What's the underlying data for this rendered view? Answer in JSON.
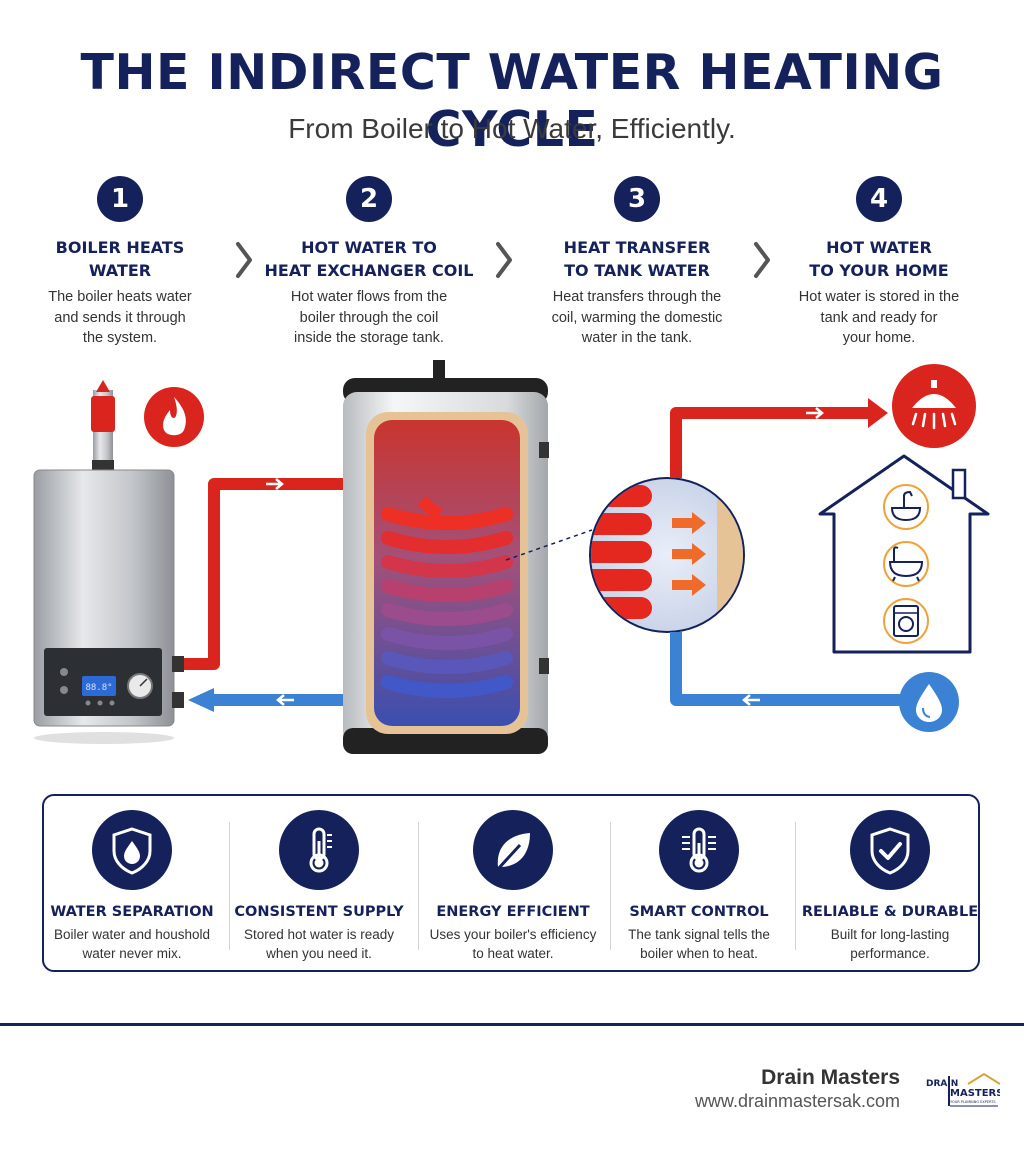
{
  "title": "THE INDIRECT WATER HEATING CYCLE",
  "subtitle": "From Boiler to Hot Water, Efficiently.",
  "steps": [
    {
      "number": "1",
      "title": "BOILER HEATS\nWATER",
      "description": "The boiler heats water\nand sends it through\nthe system."
    },
    {
      "number": "2",
      "title": "HOT WATER TO\nHEAT EXCHANGER COIL",
      "description": "Hot water flows from the\nboiler through the coil\ninside the storage tank."
    },
    {
      "number": "3",
      "title": "HEAT TRANSFER\nTO TANK WATER",
      "description": "Heat transfers through the\ncoil, warming the domestic\nwater in the tank."
    },
    {
      "number": "4",
      "title": "HOT WATER\nTO YOUR HOME",
      "description": "Hot water is stored in the\ntank and ready for\nyour home."
    }
  ],
  "diagram": {
    "boiler_display": "88.8°",
    "icons": [
      "flame-icon",
      "shower-icon",
      "sink-icon",
      "bathtub-icon",
      "washing-machine-icon",
      "water-drop-icon"
    ]
  },
  "benefits": [
    {
      "title": "WATER SEPARATION",
      "description": "Boiler water and houshold\nwater never mix.",
      "icon": "shield-water-drop-icon"
    },
    {
      "title": "CONSISTENT SUPPLY",
      "description": "Stored hot water is ready\nwhen you need it.",
      "icon": "thermometer-icon"
    },
    {
      "title": "ENERGY EFFICIENT",
      "description": "Uses your boiler's efficiency\nto heat water.",
      "icon": "leaf-icon"
    },
    {
      "title": "SMART CONTROL",
      "description": "The tank signal tells the\nboiler when to heat.",
      "icon": "smart-thermometer-icon"
    },
    {
      "title": "RELIABLE & DURABLE",
      "description": "Built for long-lasting\nperformance.",
      "icon": "shield-check-icon"
    }
  ],
  "footer": {
    "company": "Drain Masters",
    "website": "www.drainmastersak.com",
    "logo_line1": "DRAIN",
    "logo_line2": "MASTERS",
    "logo_tagline": "YOUR PLUMBING EXPERTS"
  },
  "colors": {
    "navy": "#14215a",
    "hot": "#d9251d",
    "cold": "#3b82d4"
  }
}
